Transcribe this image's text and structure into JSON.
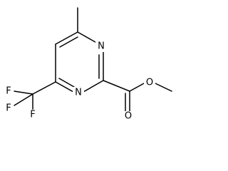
{
  "molecule": {
    "atoms": {
      "n_top": "N",
      "n_bottom": "N",
      "o_carbonyl": "O",
      "o_ether": "O",
      "f_left": "F",
      "f_middle": "F",
      "f_bottom": "F"
    }
  }
}
